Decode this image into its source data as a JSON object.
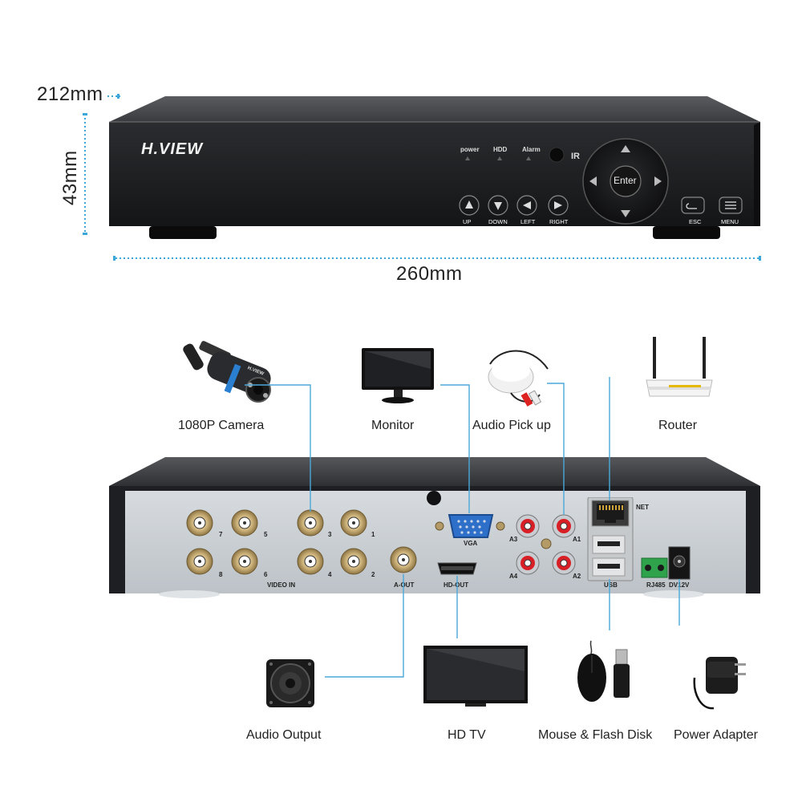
{
  "dimensions": {
    "depth": "212mm",
    "height": "43mm",
    "width": "260mm"
  },
  "front_panel": {
    "brand": "H.VIEW",
    "indicators": {
      "power": "power",
      "hdd": "HDD",
      "alarm": "Alarm"
    },
    "ir": "IR",
    "enter": "Enter",
    "buttons": {
      "up": "UP",
      "down": "DOWN",
      "left": "LEFT",
      "right": "RIGHT",
      "esc": "ESC",
      "menu": "MENU"
    }
  },
  "devices": {
    "camera": "1080P Camera",
    "monitor": "Monitor",
    "audio_pickup": "Audio Pick up",
    "router": "Router",
    "audio_output": "Audio Output",
    "hd_tv": "HD TV",
    "mouse_flash": "Mouse & Flash Disk",
    "power_adapter": "Power Adapter"
  },
  "camera_brand": "H.VIEW",
  "rear_panel": {
    "channels": [
      "7",
      "5",
      "3",
      "1",
      "8",
      "6",
      "4",
      "2"
    ],
    "video_in": "VIDEO IN",
    "a_out": "A-OUT",
    "vga": "VGA",
    "hd_out": "HD-OUT",
    "audio_in": [
      "A3",
      "A1",
      "A4",
      "A2"
    ],
    "net": "NET",
    "usb": "USB",
    "rj485": "RJ485",
    "dc": "DV12V"
  },
  "colors": {
    "connector_line": "#4aa8d8",
    "rear_face": "#c9ced3",
    "chassis": "#1e1f22"
  }
}
